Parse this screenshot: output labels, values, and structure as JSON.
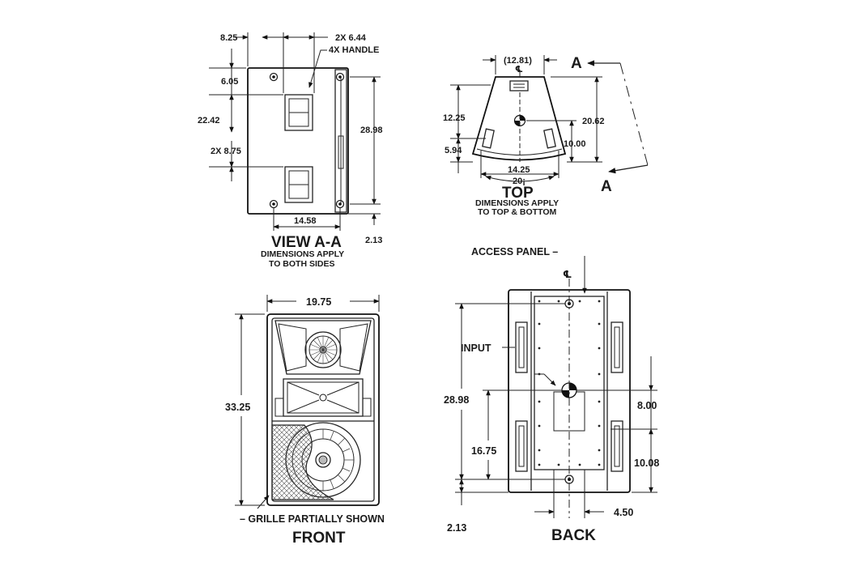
{
  "view_aa": {
    "title": "VIEW A-A",
    "subtitle_1": "DIMENSIONS APPLY",
    "subtitle_2": "TO BOTH SIDES",
    "dim_top_left": "8.25",
    "dim_top_right": "2X 6.44",
    "handle_label": "4X HANDLE",
    "dim_6_05": "6.05",
    "dim_22_42": "22.42",
    "dim_8_75": "2X 8.75",
    "dim_height": "28.98",
    "dim_bottom": "14.58",
    "dim_offset": "2.13"
  },
  "top_view": {
    "title": "TOP",
    "subtitle_1": "DIMENSIONS APPLY",
    "subtitle_2": "TO TOP & BOTTOM",
    "dim_top": "(12.81)",
    "centerline": "℄",
    "dim_12_25": "12.25",
    "dim_5_94": "5.94",
    "dim_20_62": "20.62",
    "dim_10_00": "10.00",
    "dim_14_25": "14.25",
    "dim_angle": "20¡",
    "section_label_top": "A",
    "section_label_bottom": "A"
  },
  "front_view": {
    "title": "FRONT",
    "dim_width": "19.75",
    "dim_height": "33.25",
    "grille_note": "– GRILLE PARTIALLY SHOWN"
  },
  "back_view": {
    "title": "BACK",
    "access_panel": "ACCESS PANEL  –",
    "centerline": "℄",
    "input_label": "INPUT",
    "dim_28_98": "28.98",
    "dim_16_75": "16.75",
    "dim_2_13": "2.13",
    "dim_8_00": "8.00",
    "dim_10_08": "10.08",
    "dim_4_50": "4.50"
  }
}
